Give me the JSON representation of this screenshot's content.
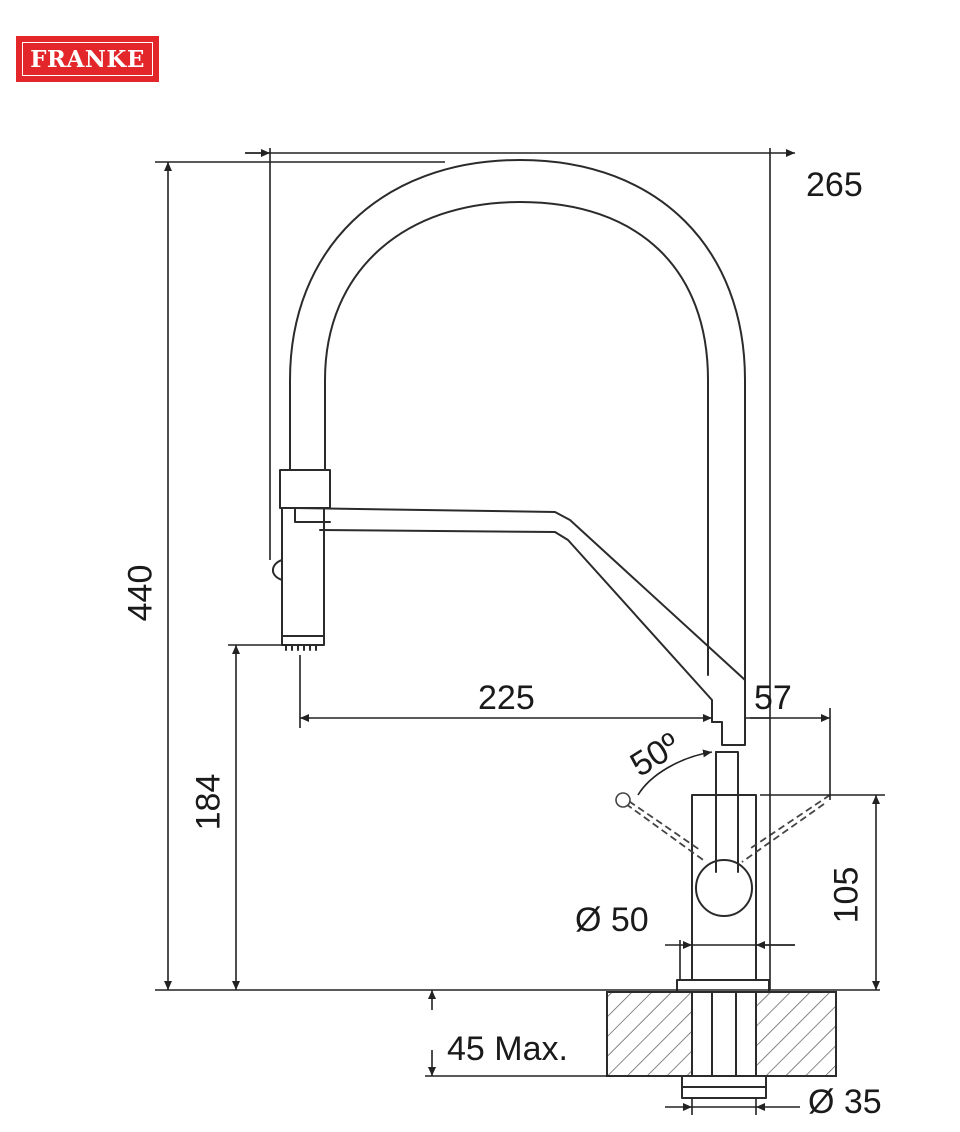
{
  "brand": {
    "name": "FRANKE",
    "color": "#e3262a"
  },
  "dimensions": {
    "reach_top": "265",
    "total_height": "440",
    "spout_height": "184",
    "spout_reach": "225",
    "base_offset": "57",
    "lever_angle": "50º",
    "body_height": "105",
    "body_diameter": "Ø 50",
    "deck_thickness": "45 Max.",
    "hole_diameter": "Ø 35"
  },
  "colors": {
    "line": "#2b2b2b",
    "hatch": "#555555",
    "background": "#ffffff"
  }
}
